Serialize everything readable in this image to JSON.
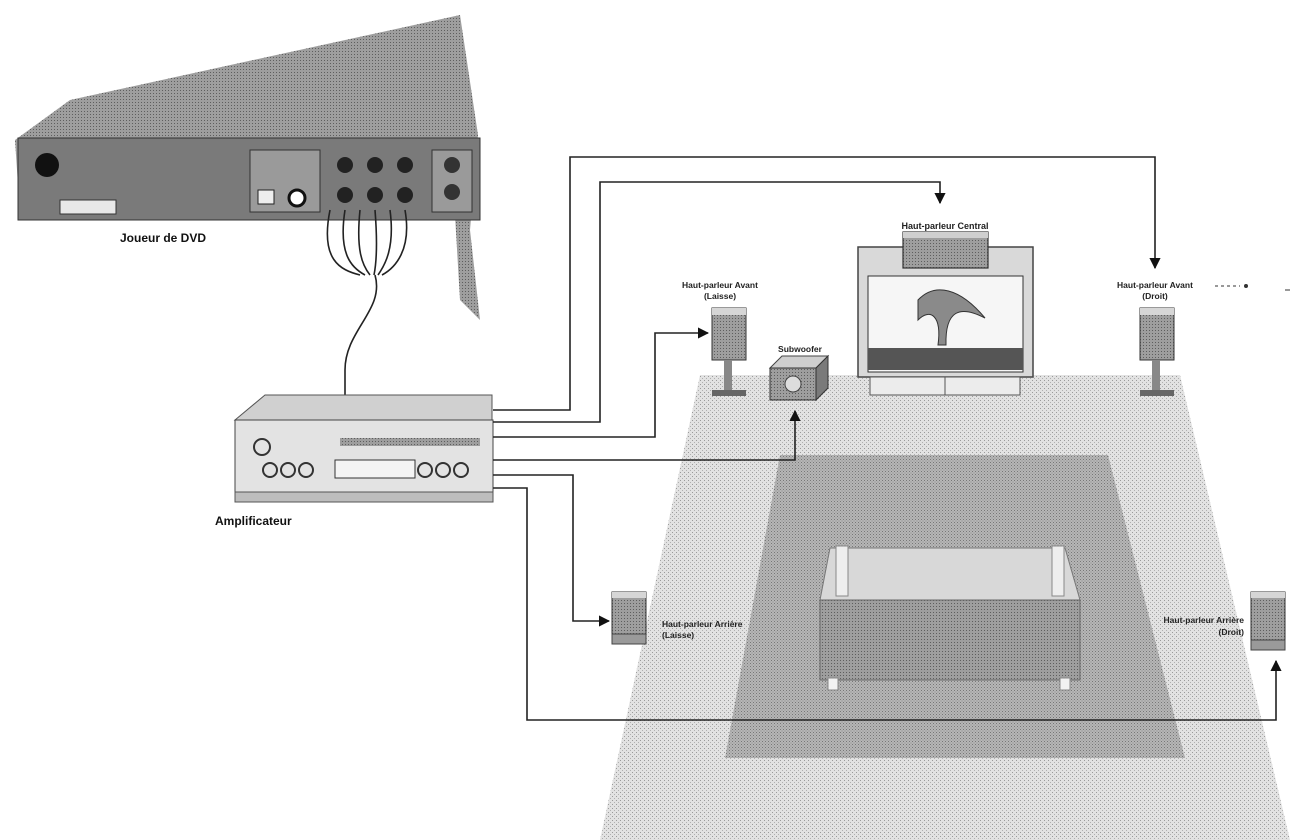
{
  "labels": {
    "dvd_player": "Joueur de DVD",
    "amplifier": "Amplificateur",
    "center_speaker": "Haut-parleur Central",
    "front_left_line1": "Haut-parleur Avant",
    "front_left_line2": "(Laisse)",
    "front_right_line1": "Haut-parleur Avant",
    "front_right_line2": "(Droit)",
    "subwoofer": "Subwoofer",
    "rear_left_line1": "Haut-parleur Arrière",
    "rear_left_line2": "(Laisse)",
    "rear_right_line1": "Haut-parleur Arrière",
    "rear_right_line2": "(Droit)"
  },
  "colors": {
    "floor": "#d6d6d6",
    "rug": "#a9a9a9",
    "equipment": "#8c8c8c",
    "wire": "#222222"
  }
}
